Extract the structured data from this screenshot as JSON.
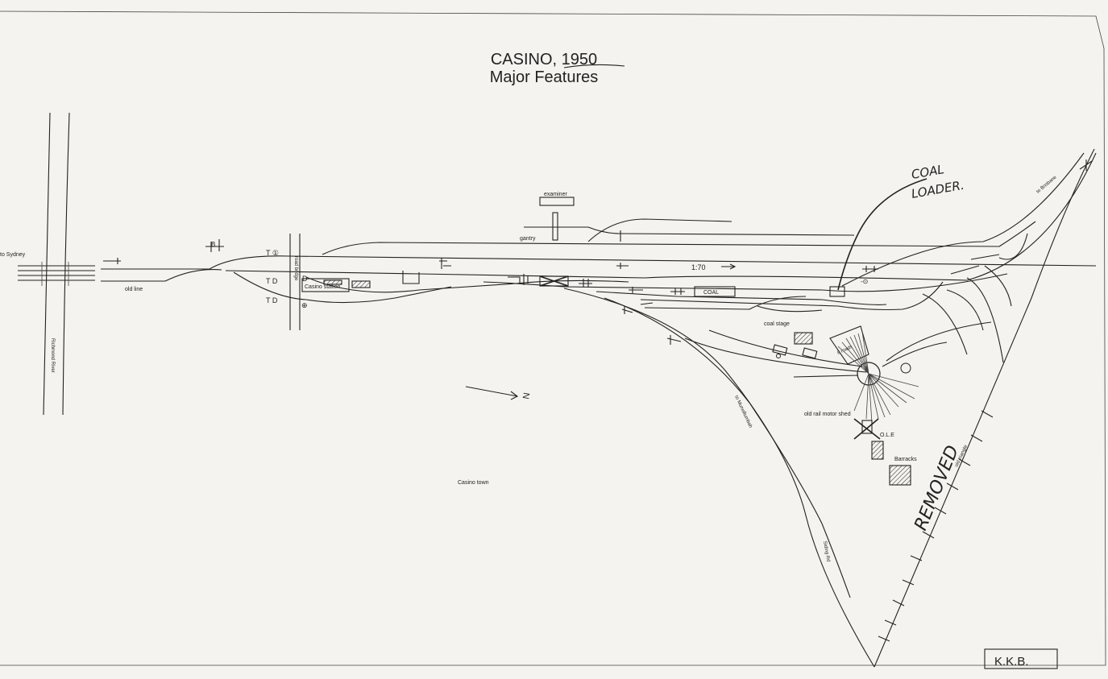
{
  "title": "CASINO, 1950",
  "subtitle": "Major Features",
  "labels": {
    "to_sydney": "to Sydney",
    "old_line": "old line",
    "river": "Richmond River",
    "road_bridge": "road bridge",
    "casino_station": "Casino station",
    "examiner": "examiner",
    "gantry": "gantry",
    "grade": "1:70",
    "coal": "COAL",
    "coal_stage": "coal stage",
    "roads": "8 roads",
    "old_rail_motor_shed": "old rail motor shed",
    "ole": "O.L.E",
    "barracks": "Barracks",
    "to_murwillumbah": "to Murwillumbah",
    "casino_town": "Casino town",
    "to_brisbane": "to Brisbane",
    "old_triangle": "old triangle",
    "siding": "Siding Rd",
    "north": "N"
  },
  "annotations": {
    "coal_loader_1": "COAL",
    "coal_loader_2": "LOADER.",
    "removed": "REMOVED"
  },
  "stamp": "K.K.B.",
  "colors": {
    "ink": "#222222",
    "paper": "#f4f3ef"
  }
}
